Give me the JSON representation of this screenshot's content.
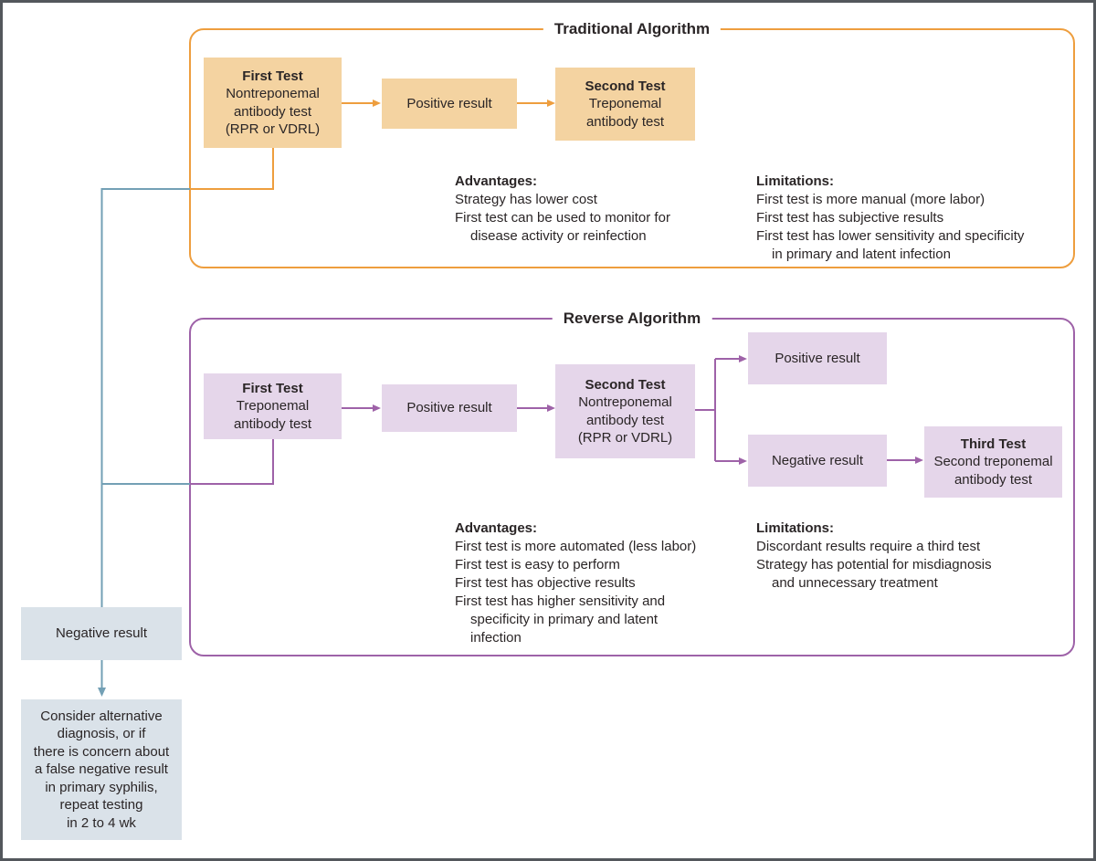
{
  "colors": {
    "orange": "#ee9e3e",
    "tan_fill": "#f4d3a1",
    "purple": "#9e62a8",
    "purple_fill": "#e5d6ea",
    "blue": "#73a0b5",
    "blue_fill": "#dae2e9",
    "text": "#2a2526",
    "frame": "#53575c"
  },
  "traditional": {
    "title": "Traditional Algorithm",
    "first_test": {
      "title": "First Test",
      "lines": [
        "Nontreponemal",
        "antibody test",
        "(RPR or VDRL)"
      ]
    },
    "positive": "Positive result",
    "second_test": {
      "title": "Second Test",
      "lines": [
        "Treponemal",
        "antibody test"
      ]
    },
    "advantages": {
      "heading": "Advantages:",
      "lines": [
        "Strategy has lower cost",
        "First test can be used to monitor for",
        "disease activity or reinfection"
      ]
    },
    "limitations": {
      "heading": "Limitations:",
      "lines": [
        "First test is more manual (more labor)",
        "First test has subjective results",
        "First test has lower sensitivity and specificity",
        "in primary and latent infection"
      ]
    }
  },
  "reverse": {
    "title": "Reverse Algorithm",
    "first_test": {
      "title": "First Test",
      "lines": [
        "Treponemal",
        "antibody test"
      ]
    },
    "positive": "Positive result",
    "second_test": {
      "title": "Second Test",
      "lines": [
        "Nontreponemal",
        "antibody test",
        "(RPR or VDRL)"
      ]
    },
    "branch_positive": "Positive result",
    "branch_negative": "Negative result",
    "third_test": {
      "title": "Third Test",
      "lines": [
        "Second treponemal",
        "antibody test"
      ]
    },
    "advantages": {
      "heading": "Advantages:",
      "lines": [
        "First test is more automated (less labor)",
        "First test is easy to perform",
        "First test has objective results",
        "First test has higher sensitivity and",
        "specificity in primary and latent",
        "infection"
      ]
    },
    "limitations": {
      "heading": "Limitations:",
      "lines": [
        "Discordant results require a third test",
        "Strategy has potential for misdiagnosis",
        "and unnecessary treatment"
      ]
    }
  },
  "negative_path": {
    "negative_box": "Negative result",
    "consider_box_lines": [
      "Consider alternative",
      "diagnosis, or if",
      "there is concern about",
      "a false negative result",
      "in primary syphilis,",
      "repeat testing",
      "in 2 to 4 wk"
    ]
  }
}
